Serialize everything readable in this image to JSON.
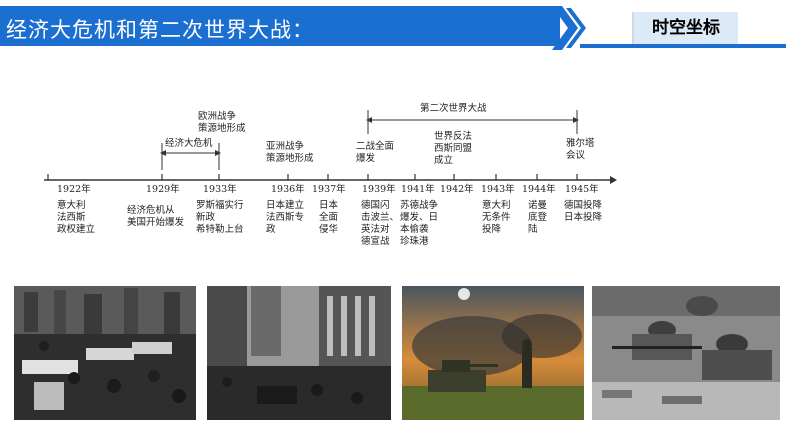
{
  "header": {
    "title": "经济大危机和第二次世界大战：",
    "badge": "时空坐标",
    "bar_color": "#1a6fd1"
  },
  "timeline": {
    "years": [
      "1922年",
      "1929年",
      "1933年",
      "1936年",
      "1937年",
      "1939年",
      "1941年",
      "1942年",
      "1943年",
      "1944年",
      "1945年"
    ],
    "events_below": [
      [
        "意大利",
        "法西斯",
        "政权建立"
      ],
      [
        "经济危机从",
        "美国开始爆发"
      ],
      [
        "罗斯福实行",
        "新政",
        "希特勒上台"
      ],
      [
        "日本建立",
        "法西斯专",
        "政"
      ],
      [
        "日本",
        "全面",
        "侵华"
      ],
      [
        "德国闪",
        "击波兰、",
        "英法对",
        "德宣战"
      ],
      [
        "苏德战争",
        "爆发、日",
        "本偷袭",
        "珍珠港"
      ],
      [
        "意大利",
        "无条件",
        "投降"
      ],
      [
        "诺曼",
        "底登",
        "陆"
      ],
      [
        "德国投降",
        "日本投降"
      ]
    ],
    "events_above": [
      [
        "欧洲战争",
        "策源地形成"
      ],
      [
        "经济大危机"
      ],
      [
        "亚洲战争",
        "策源地形成"
      ],
      [
        "二战全面",
        "爆发"
      ],
      [
        "世界反法",
        "西斯同盟",
        "成立"
      ],
      [
        "雅尔塔",
        "会议"
      ]
    ],
    "ww2_label": "第二次世界大战"
  },
  "photos": [
    {
      "icon": "protest-crowd-photo"
    },
    {
      "icon": "wall-street-crowd-photo"
    },
    {
      "icon": "battlefield-tank-photo"
    },
    {
      "icon": "soldiers-trench-photo"
    }
  ]
}
